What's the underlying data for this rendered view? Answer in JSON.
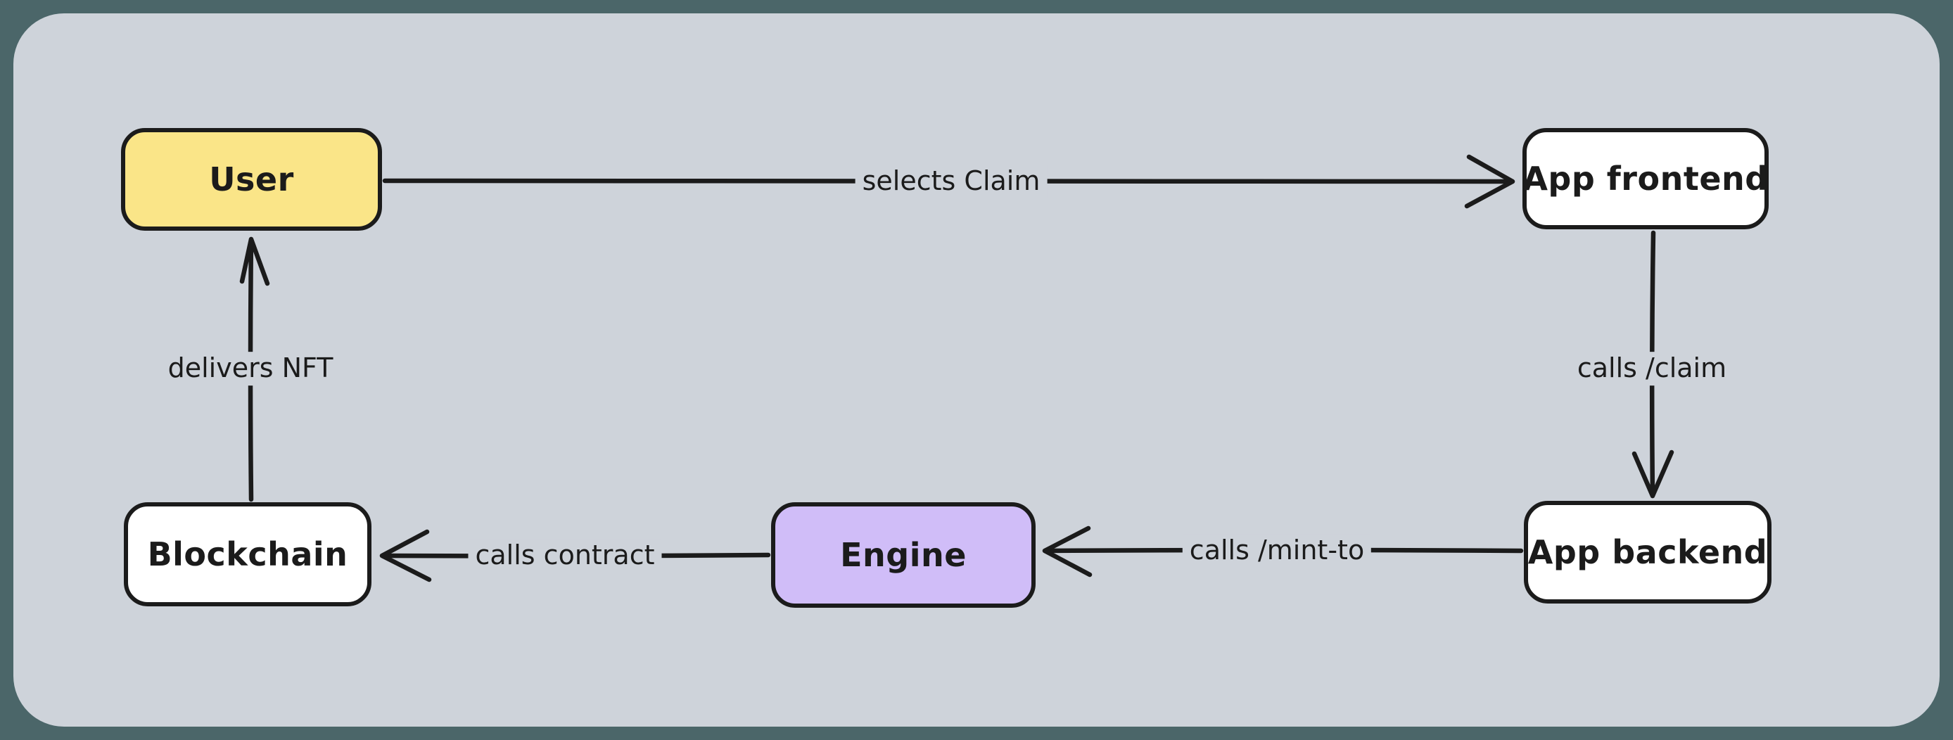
{
  "diagram": {
    "background_color": "#4b6669",
    "canvas_color": "#ced3da",
    "stroke_color": "#1b1b1b",
    "nodes": [
      {
        "id": "user",
        "label": "User",
        "fill": "#fae588"
      },
      {
        "id": "app-frontend",
        "label": "App frontend",
        "fill": "#ffffff"
      },
      {
        "id": "app-backend",
        "label": "App backend",
        "fill": "#ffffff"
      },
      {
        "id": "engine",
        "label": "Engine",
        "fill": "#d0bdf8"
      },
      {
        "id": "blockchain",
        "label": "Blockchain",
        "fill": "#ffffff"
      }
    ],
    "edges": [
      {
        "id": "user-to-frontend",
        "from": "user",
        "to": "app-frontend",
        "label": "selects Claim"
      },
      {
        "id": "frontend-to-backend",
        "from": "app-frontend",
        "to": "app-backend",
        "label": "calls /claim"
      },
      {
        "id": "backend-to-engine",
        "from": "app-backend",
        "to": "engine",
        "label": "calls /mint-to"
      },
      {
        "id": "engine-to-blockchain",
        "from": "engine",
        "to": "blockchain",
        "label": "calls contract"
      },
      {
        "id": "blockchain-to-user",
        "from": "blockchain",
        "to": "user",
        "label": "delivers NFT"
      }
    ]
  }
}
